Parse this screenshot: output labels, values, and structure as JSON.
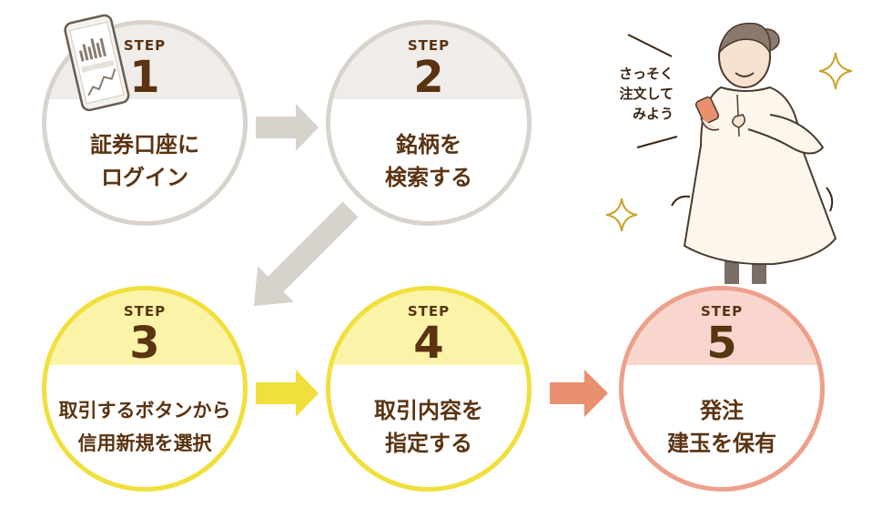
{
  "steps": [
    {
      "label": "STEP",
      "number": "1",
      "lines": [
        "証券口座に",
        "ログイン"
      ]
    },
    {
      "label": "STEP",
      "number": "2",
      "lines": [
        "銘柄を",
        "検索する"
      ]
    },
    {
      "label": "STEP",
      "number": "3",
      "lines": [
        "取引するボタンから",
        "信用新規を選択"
      ]
    },
    {
      "label": "STEP",
      "number": "4",
      "lines": [
        "取引内容を",
        "指定する"
      ]
    },
    {
      "label": "STEP",
      "number": "5",
      "lines": [
        "発注",
        "建玉を保有"
      ]
    }
  ],
  "speech_bubble": {
    "lines": [
      "さっそく",
      "注文して",
      "みよう"
    ]
  },
  "colors": {
    "gray_border": "#d9d3cd",
    "gray_band": "#efece9",
    "yellow_border": "#f1df3c",
    "yellow_band": "#fbf4a8",
    "pink_border": "#eda08b",
    "pink_band": "#f8d6cd",
    "text_brown": "#5a3311",
    "arrow_gray": "#d8d2cc",
    "arrow_yellow": "#f1df3c",
    "arrow_orange": "#e8906f"
  },
  "icons": [
    "smartphone-chart-icon",
    "sparkle-icon",
    "woman-with-phone-illustration"
  ]
}
